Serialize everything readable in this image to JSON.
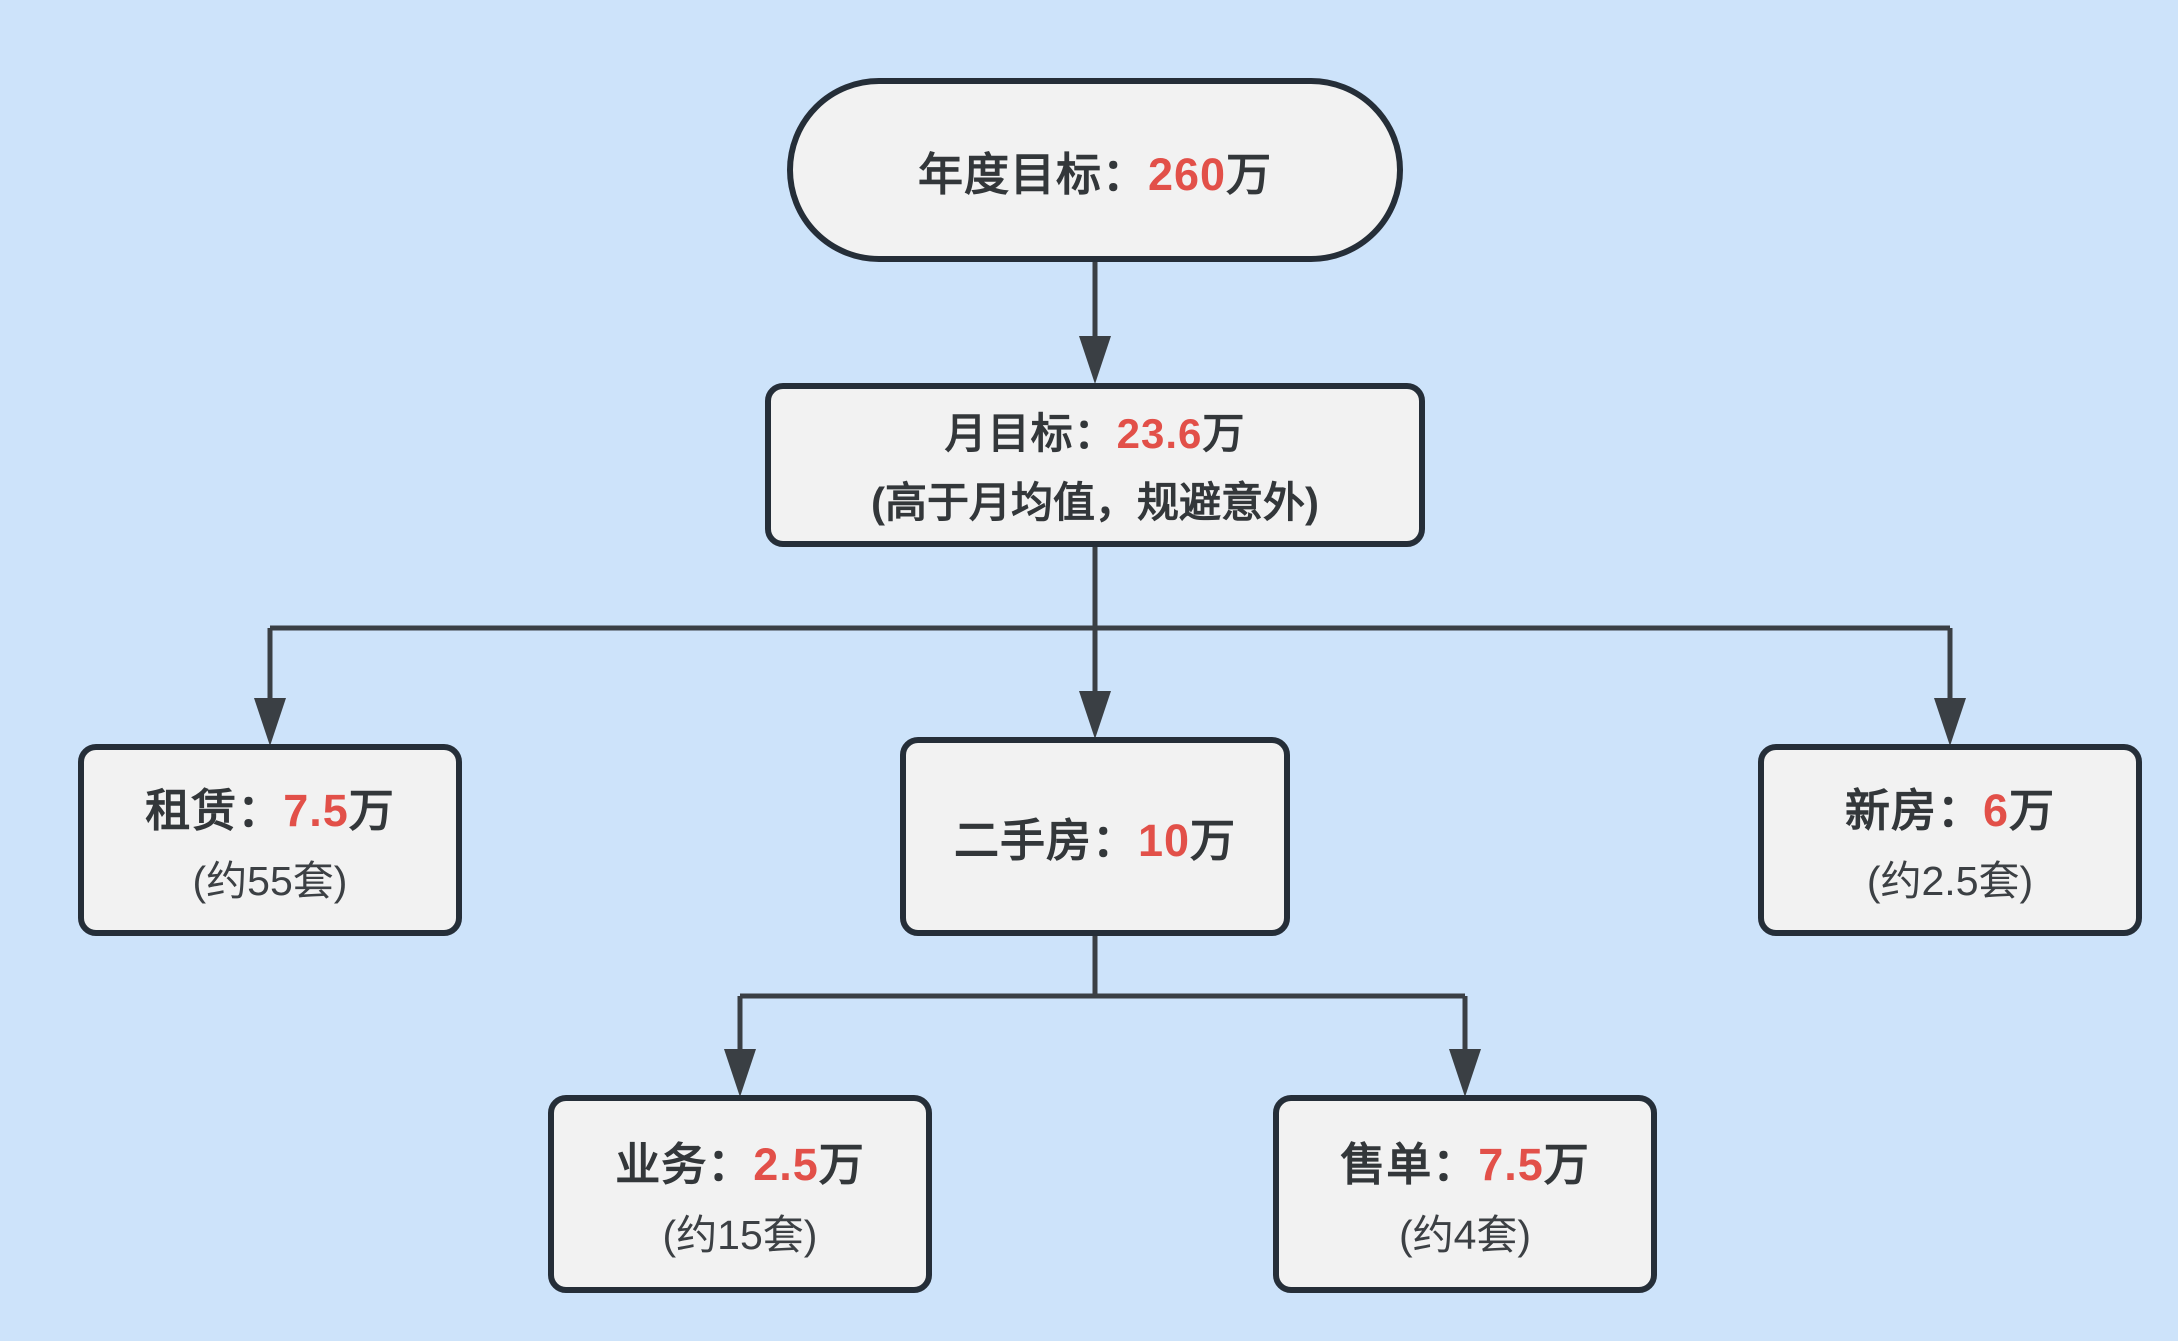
{
  "colors": {
    "background": "#cde3fa",
    "node_fill": "#f2f2f2",
    "node_border": "#252e38",
    "connector": "#3a3f44",
    "text": "#33373a",
    "accent_red": "#e25049"
  },
  "nodes": {
    "annual": {
      "prefix": "年度目标：",
      "value": "260",
      "suffix": "万"
    },
    "month": {
      "prefix": "月目标：",
      "value": "23.6",
      "suffix": "万",
      "note": "(高于月均值，规避意外)"
    },
    "rental": {
      "prefix": "租赁：",
      "value": "7.5",
      "suffix": "万",
      "note": "(约55套)"
    },
    "secondhand": {
      "prefix": "二手房：",
      "value": "10",
      "suffix": "万"
    },
    "newhouse": {
      "prefix": "新房：",
      "value": "6",
      "suffix": "万",
      "note": "(约2.5套)"
    },
    "business": {
      "prefix": "业务：",
      "value": "2.5",
      "suffix": "万",
      "note": "(约15套)"
    },
    "sale": {
      "prefix": "售单：",
      "value": "7.5",
      "suffix": "万",
      "note": "(约4套)"
    }
  }
}
